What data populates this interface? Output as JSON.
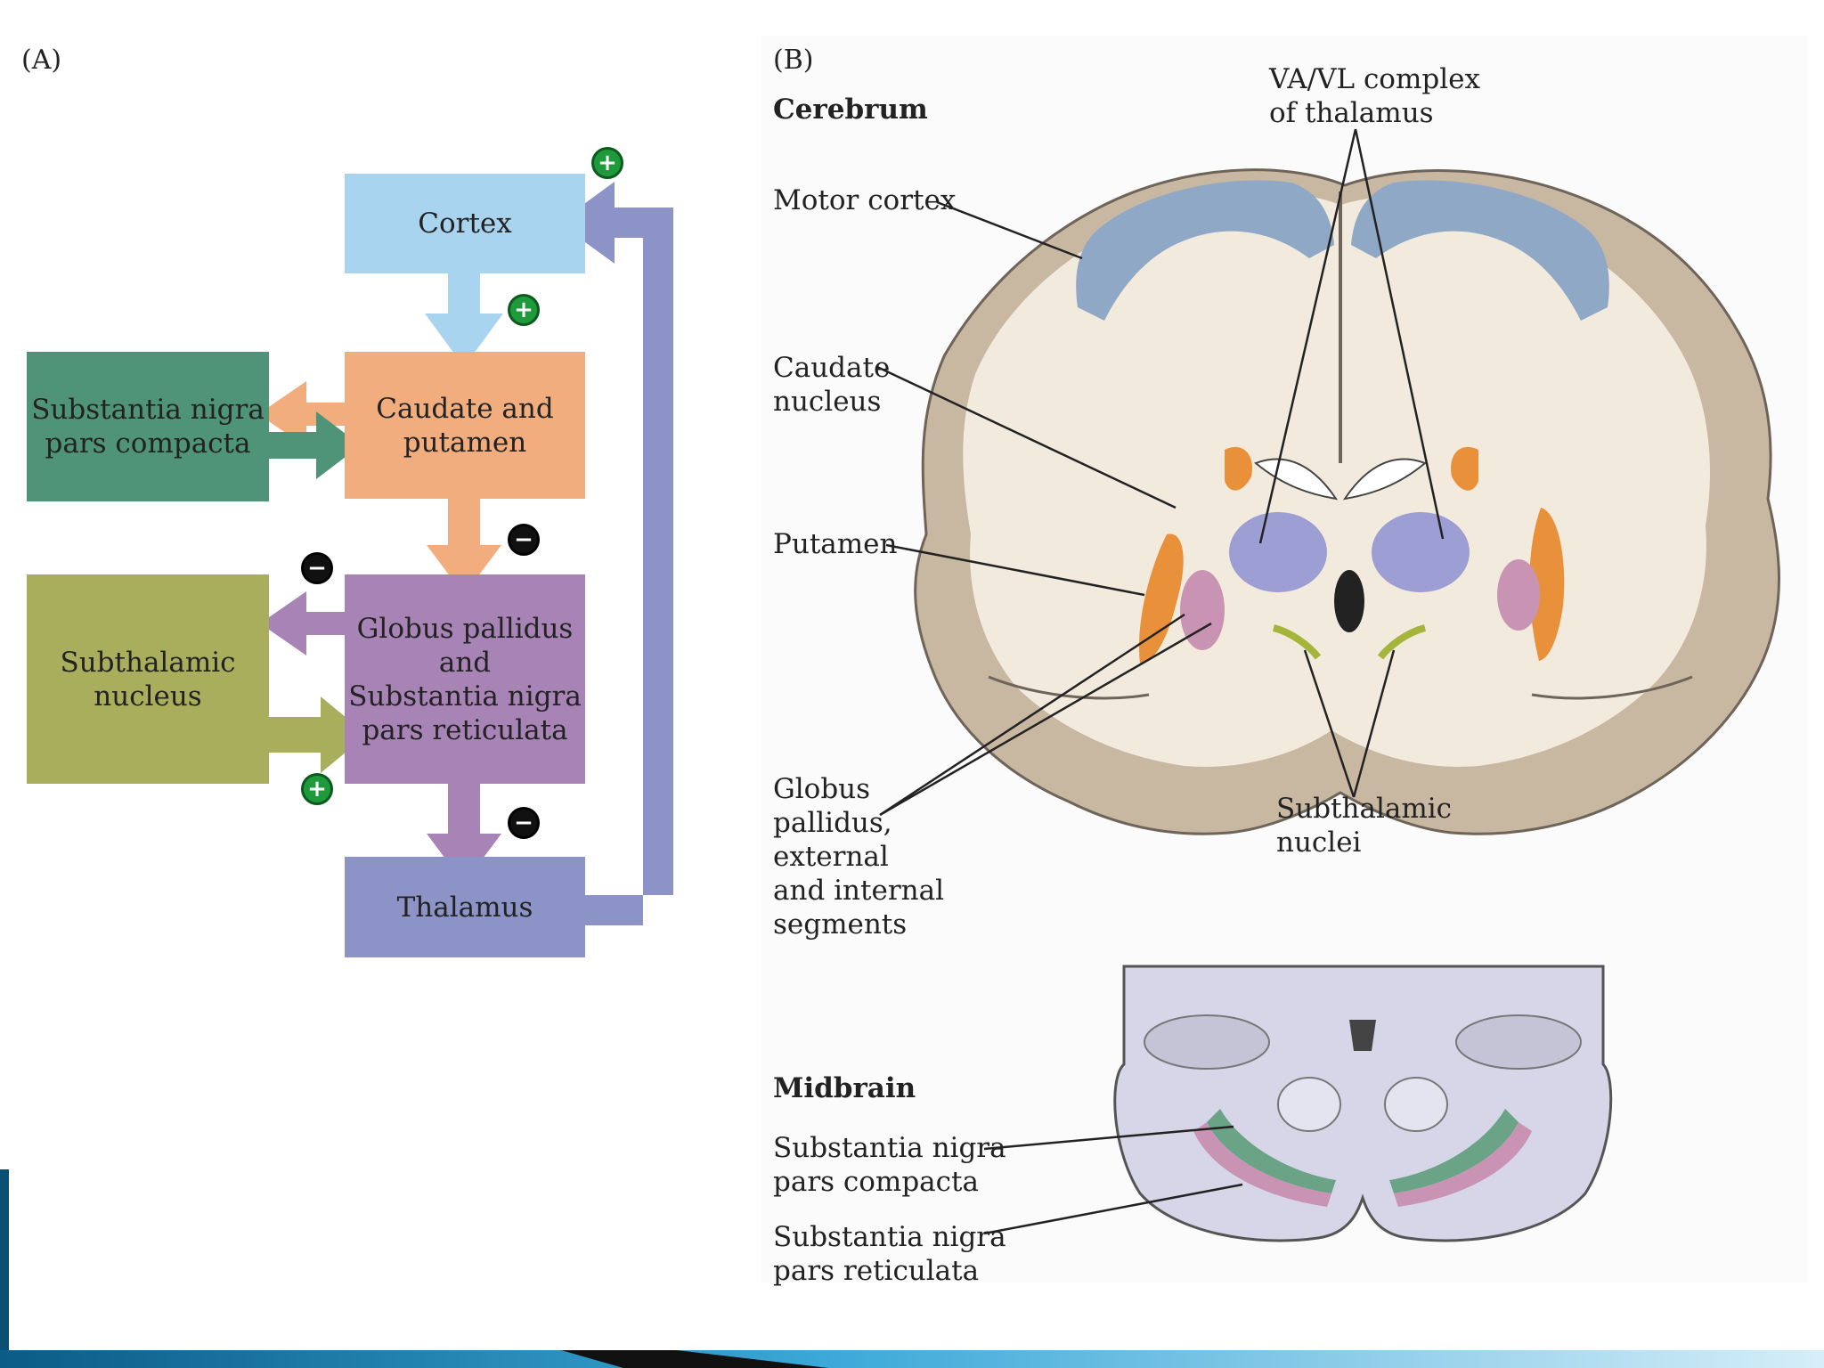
{
  "panel_a": {
    "label": "(A)",
    "boxes": {
      "cortex": "Cortex",
      "caudate": "Caudate and\nputamen",
      "snc": "Substantia nigra\npars compacta",
      "gp": "Globus pallidus\nand\nSubstantia nigra\npars reticulata",
      "stn": "Subthalamic\nnucleus",
      "thalamus": "Thalamus"
    },
    "signs": {
      "plus": "+",
      "minus": "−"
    },
    "colors": {
      "cortex": "#a9d4ef",
      "caudate": "#f2ad7e",
      "snc": "#4f9478",
      "gp": "#a783b6",
      "stn": "#a8ae5c",
      "thalamus": "#8c93c6"
    }
  },
  "panel_b": {
    "label": "(B)",
    "cerebrum": "Cerebrum",
    "va_vl": "VA/VL complex\nof thalamus",
    "motor_cortex": "Motor cortex",
    "caudate": "Caudate\nnucleus",
    "putamen": "Putamen",
    "globus": "Globus\npallidus,\nexternal\nand internal\nsegments",
    "subthalamic": "Subthalamic\nnuclei",
    "midbrain": "Midbrain",
    "snc": "Substantia nigra\npars compacta",
    "snr": "Substantia nigra\npars reticulata"
  }
}
